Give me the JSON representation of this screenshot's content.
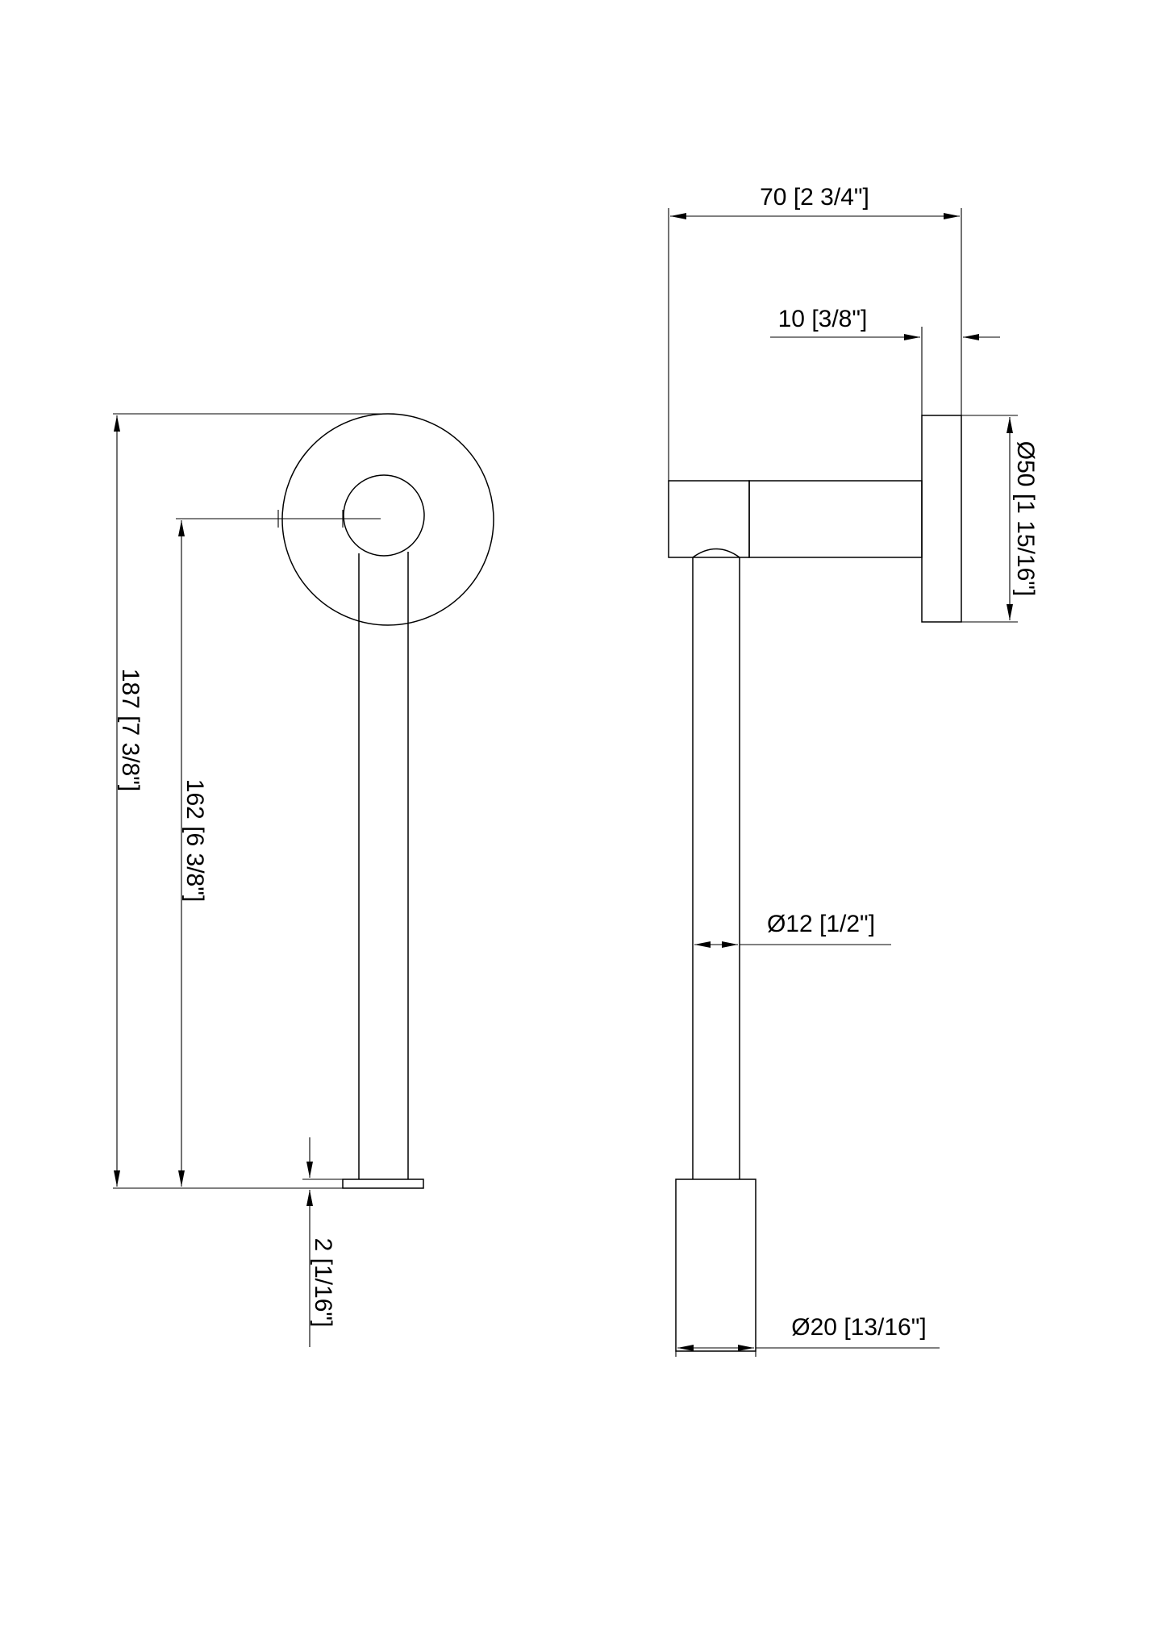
{
  "dimensions": {
    "overall_height": "187 [7 3/8\"]",
    "center_height": "162 [6 3/8\"]",
    "base_thickness": "2 [1/16\"]",
    "projection": "70 [2 3/4\"]",
    "flange_depth": "10 [3/8\"]",
    "flange_diameter": "Ø50 [1 15/16\"]",
    "rod_diameter": "Ø12 [1/2\"]",
    "base_diameter": "Ø20 [13/16\"]"
  }
}
